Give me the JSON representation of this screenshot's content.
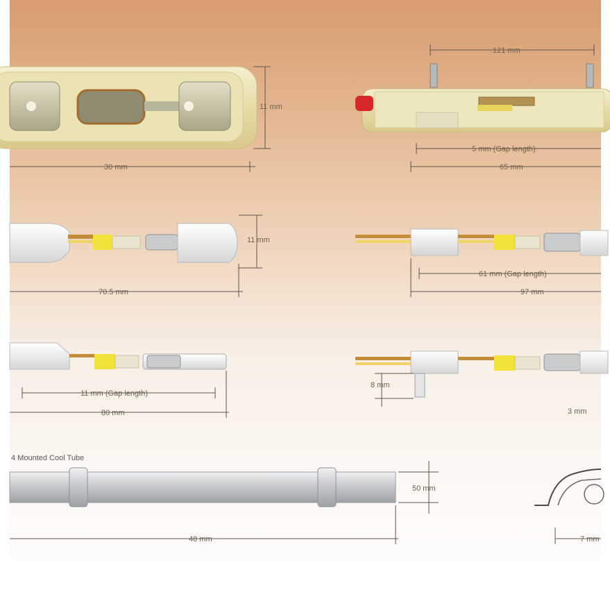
{
  "colors": {
    "background_top": "#d9a277",
    "background_bottom": "#ffffff",
    "lamp_glass": "#efe6b8",
    "filament": "#b8893a",
    "yellow_band": "#f2e23a",
    "connector_red": "#d8282c",
    "tube_silver": "#d2d4d6"
  },
  "labels": {
    "top_left_width": "30 mm",
    "top_left_height": "11 mm",
    "top_right_top": "121 mm",
    "top_right_lit": "5 mm (Gap length)",
    "top_right_total": "65 mm",
    "mid_left_total": "70.5 mm",
    "mid_left_height": "11 mm",
    "mid_right_lit": "61 mm (Gap length)",
    "mid_right_total": "97 mm",
    "row3_left_lit": "11 mm (Gap length)",
    "row3_left_total": "80 mm",
    "row3_right_small": "8 mm",
    "row3_right_total": "3 mm",
    "section_title": "4 Mounted Cool Tube",
    "tube_height": "50 mm",
    "tube_total": "48 mm",
    "clip_dim": "7 mm"
  }
}
